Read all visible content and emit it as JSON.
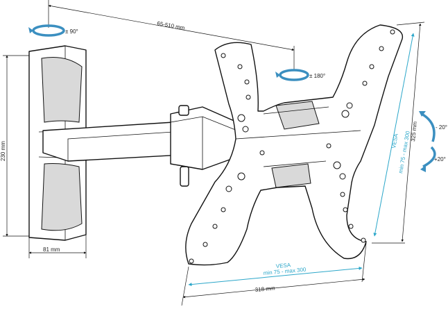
{
  "dimensions": {
    "depth": "65-510 mm",
    "height": "230 mm",
    "width": "81 mm",
    "plate_height": "325 mm",
    "plate_width": "318 mm"
  },
  "vesa_vertical": {
    "line1": "VESA",
    "line2": "min 75 - max 300"
  },
  "vesa_horizontal": {
    "line1": "VESA",
    "line2": "min 75 - max 300"
  },
  "rotations": {
    "swivel": "± 90°",
    "rotate": "± 180°",
    "tilt_down": "- 20°",
    "tilt_up": "+20°"
  },
  "colors": {
    "accent": "#2aa6c9",
    "arrow": "#3b8fc0",
    "line": "#111111"
  }
}
